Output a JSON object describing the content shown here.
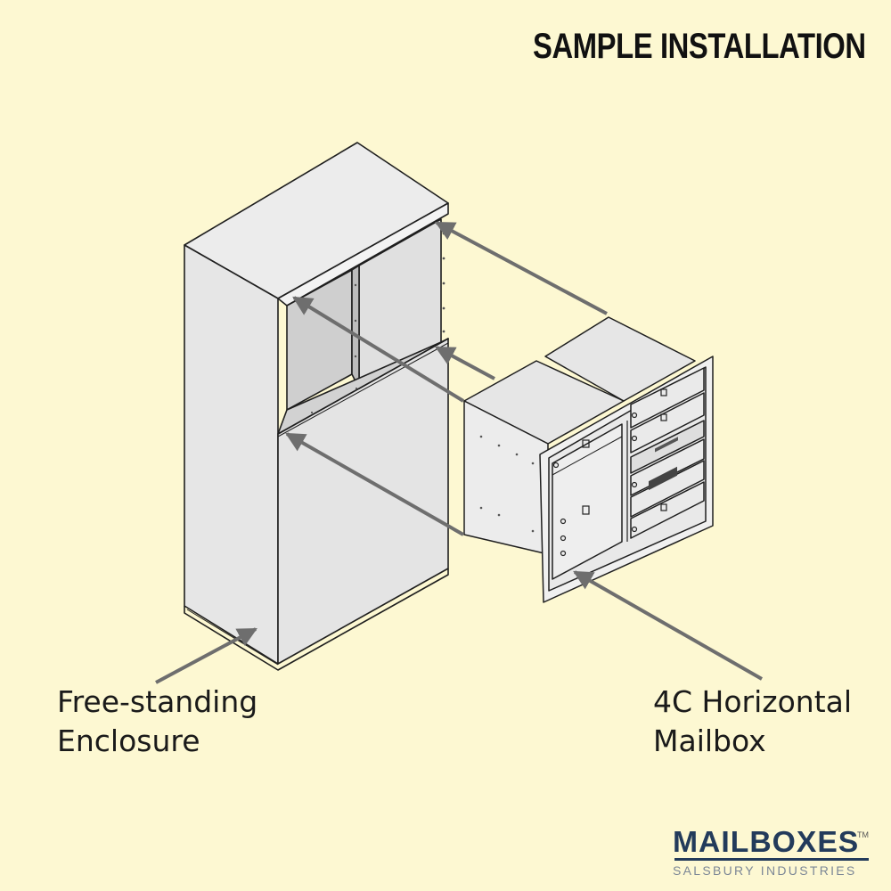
{
  "title": "SAMPLE INSTALLATION",
  "labels": {
    "enclosure": [
      "Free-standing",
      "Enclosure"
    ],
    "mailbox": [
      "4C Horizontal",
      "Mailbox"
    ]
  },
  "brand": {
    "name": "MAILBOXES",
    "trademark": "TM",
    "tagline": "SALSBURY INDUSTRIES"
  },
  "colors": {
    "background": "#fdf8d2",
    "brand_navy": "#233b5b",
    "arrow": "#6e6e6e"
  }
}
